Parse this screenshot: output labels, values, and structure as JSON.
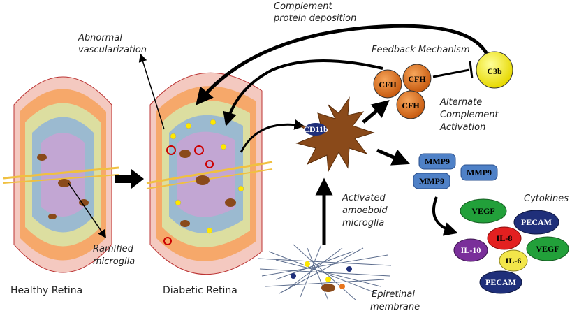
{
  "labels": {
    "complement_line1": "Complement",
    "complement_line2": "protein deposition",
    "abnormal_line1": "Abnormal",
    "abnormal_line2": "vascularization",
    "feedback": "Feedback Mechanism",
    "alternate_line1": "Alternate",
    "alternate_line2": "Complement",
    "alternate_line3": "Activation",
    "cytokines": "Cytokines",
    "activated_line1": "Activated",
    "activated_line2": "amoeboid",
    "activated_line3": "microglia",
    "ramified_line1": "Ramified",
    "ramified_line2": "microgila",
    "healthy": "Healthy Retina",
    "diabetic": "Diabetic Retina",
    "epiretinal_line1": "Epiretinal",
    "epiretinal_line2": "membrane"
  },
  "nodes": {
    "c3b": "C3b",
    "cfh": [
      "CFH",
      "CFH",
      "CFH"
    ],
    "cd11b": "CD11b",
    "mmp9": [
      "MMP9",
      "MMP9",
      "MMP9"
    ],
    "cytokines": [
      "VEGF",
      "PECAM",
      "IL-8",
      "VEGF",
      "IL-10",
      "IL-6",
      "PECAM"
    ]
  },
  "colors": {
    "c3b": "#ffff00",
    "cfh": "#e8761e",
    "mmp9": "#4f81c7",
    "vegf": "#22a03a",
    "pecam": "#1f2f7a",
    "il8": "#e32020",
    "il10": "#7a2f9a",
    "il6": "#f2e64a",
    "microglia": "#8a4a1a"
  }
}
